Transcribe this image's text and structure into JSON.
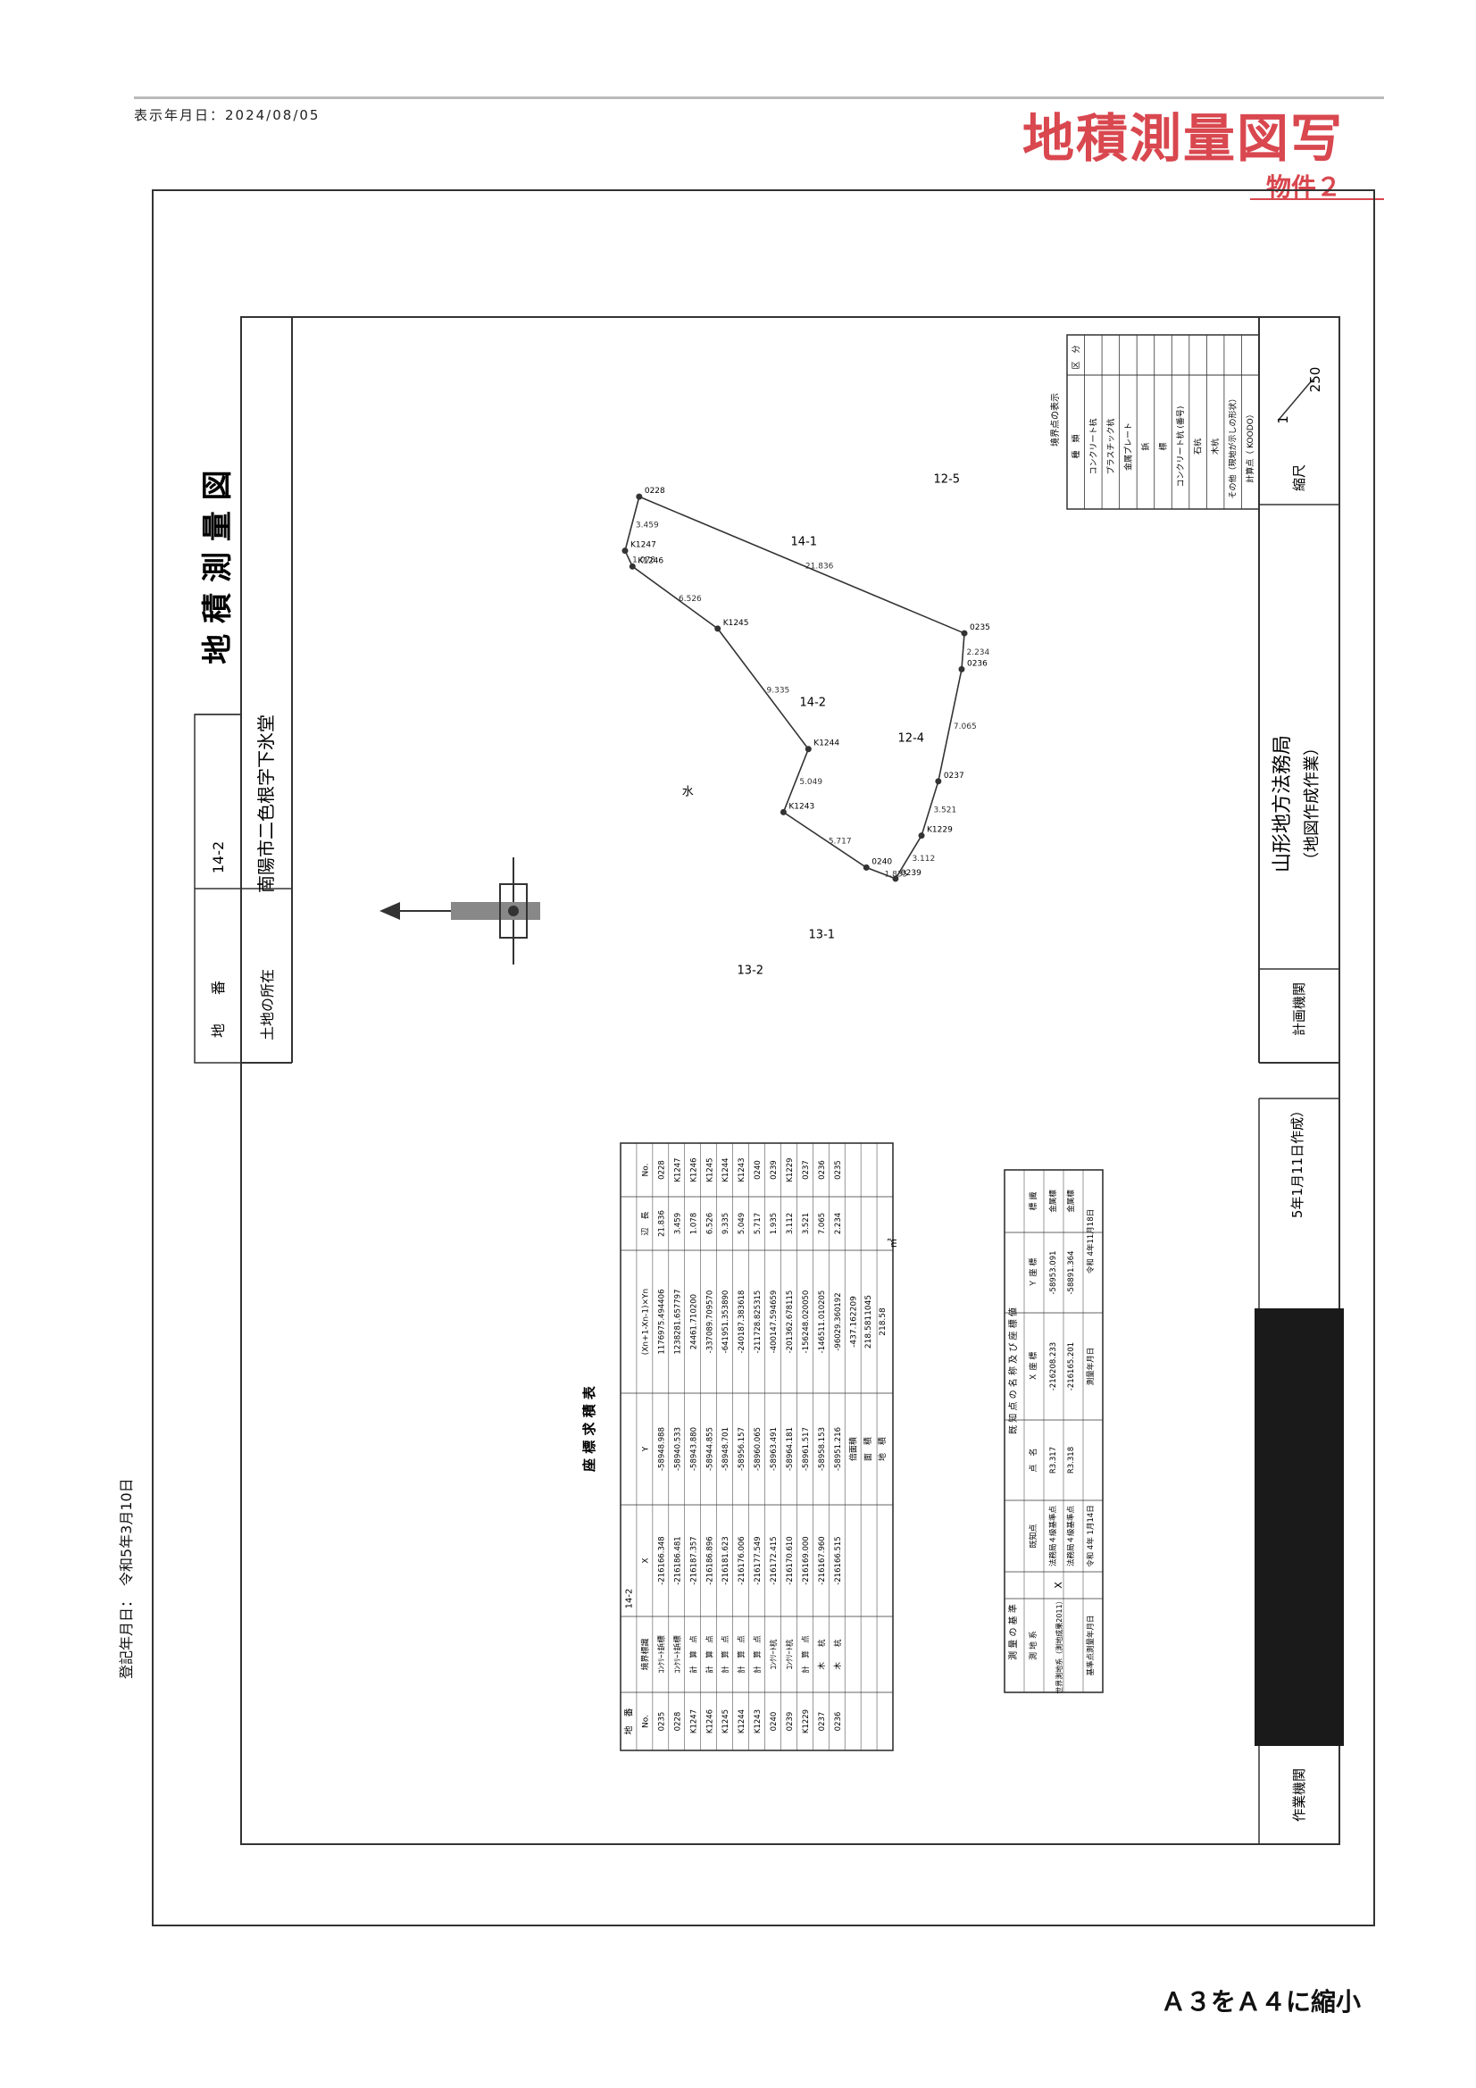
{
  "header": {
    "display_date": "表示年月日：2024/08/05",
    "stamp_title": "地積測量図写",
    "stamp_subtitle": "物件２"
  },
  "title_block": {
    "map_title": "地 積 測 量 図",
    "lot_label": "地　　番",
    "lot_value": "14-2",
    "location_label": "土地の所在",
    "location_value": "南陽市二色根字下氷堂",
    "authority": "山形地方法務局",
    "authority_sub": "（地図作成作業）",
    "date_created": "5年1月11日作成）",
    "scale_label": "縮尺",
    "scale_num": "1",
    "scale_den": "250",
    "machine_label": "計画機関",
    "worker_label": "作業機関"
  },
  "registration_date": "登記年月日：　令和5年3月10日",
  "plot": {
    "lot_labels": [
      "14-1",
      "14-2",
      "12-4",
      "12-5",
      "13-1",
      "13-2",
      "水"
    ],
    "points": [
      {
        "name": "0235",
        "x": -216166.348,
        "y": -58948.988
      },
      {
        "name": "0228",
        "x": -216186.481,
        "y": -58940.533
      },
      {
        "name": "K1247",
        "x": -216187.357,
        "y": -58943.88
      },
      {
        "name": "K1246",
        "x": -216186.896,
        "y": -58944.855
      },
      {
        "name": "K1245",
        "x": -216181.623,
        "y": -58948.701
      },
      {
        "name": "K1244",
        "x": -216176.006,
        "y": -58956.157
      },
      {
        "name": "K1243",
        "x": -216177.549,
        "y": -58960.065
      },
      {
        "name": "0240",
        "x": -216172.415,
        "y": -58963.491
      },
      {
        "name": "0239",
        "x": -216170.61,
        "y": -58964.181
      },
      {
        "name": "K1229",
        "x": -216169.0,
        "y": -58961.517
      },
      {
        "name": "0237",
        "x": -216167.96,
        "y": -58958.153
      },
      {
        "name": "0236",
        "x": -216166.515,
        "y": -58951.216
      }
    ],
    "edges": [
      "21.836",
      "3.459",
      "1.078",
      "6.526",
      "9.335",
      "5.049",
      "5.717",
      "1.835",
      "3.112",
      "3.521",
      "7.065",
      "2.234"
    ]
  },
  "legend": {
    "title": "境界点の表示",
    "header": [
      "区　分",
      "種　類"
    ],
    "rows": [
      "コンクリート杭",
      "プラスチック杭",
      "金属プレート",
      "鋲",
      "標",
      "コンクリート杭 (番号)",
      "石杭",
      "木杭",
      "その他（現地が示しの形状）",
      "計算点（ KOODO）"
    ]
  },
  "coord_table": {
    "title": "座 標 求 積 表",
    "lot_header": "地　番",
    "lot_value": "14-2",
    "columns": [
      "No.",
      "境界標識",
      "X",
      "Y",
      "(Xn+1-Xn-1)×Yn",
      "辺　長",
      "No."
    ],
    "rows": [
      [
        "0235",
        "ｺﾝｸﾘｰﾄ鋲標",
        "-216166.348",
        "-58948.988",
        "1176975.494406",
        "21.836",
        "0228"
      ],
      [
        "0228",
        "ｺﾝｸﾘｰﾄ鋲標",
        "-216186.481",
        "-58940.533",
        "1238281.657797",
        "3.459",
        "K1247"
      ],
      [
        "K1247",
        "計　算　点",
        "-216187.357",
        "-58943.880",
        "24461.710200",
        "1.078",
        "K1246"
      ],
      [
        "K1246",
        "計　算　点",
        "-216186.896",
        "-58944.855",
        "-337089.709570",
        "6.526",
        "K1245"
      ],
      [
        "K1245",
        "計　算　点",
        "-216181.623",
        "-58948.701",
        "-641951.353890",
        "9.335",
        "K1244"
      ],
      [
        "K1244",
        "計　算　点",
        "-216176.006",
        "-58956.157",
        "-240187.383618",
        "5.049",
        "K1243"
      ],
      [
        "K1243",
        "計　算　点",
        "-216177.549",
        "-58960.065",
        "-211728.825315",
        "5.717",
        "0240"
      ],
      [
        "0240",
        "ｺﾝｸﾘｰﾄ杭",
        "-216172.415",
        "-58963.491",
        "-400147.594659",
        "1.935",
        "0239"
      ],
      [
        "0239",
        "ｺﾝｸﾘｰﾄ杭",
        "-216170.610",
        "-58964.181",
        "-201362.678115",
        "3.112",
        "K1229"
      ],
      [
        "K1229",
        "計　算　点",
        "-216169.000",
        "-58961.517",
        "-156248.020050",
        "3.521",
        "0237"
      ],
      [
        "0237",
        "木　　杭",
        "-216167.960",
        "-58958.153",
        "-146511.010205",
        "7.065",
        "0236"
      ],
      [
        "0236",
        "木　　杭",
        "-216166.515",
        "-58951.216",
        "-96029.360192",
        "2.234",
        "0235"
      ]
    ],
    "sum_labels": [
      "倍面積",
      "面　積",
      "地　積"
    ],
    "sum_values": [
      "-437.162209",
      "218.5811045",
      "218.58"
    ],
    "unit": "㎡"
  },
  "survey_table": {
    "title1": "測 量 の 基 準",
    "title2": "既 知 点 の 名 称 及 び 座 標 値",
    "col_headers": [
      "測 地 系",
      "既知点",
      "点　名",
      "Ｘ 座 標",
      "Ｙ 座 標",
      "標 識"
    ],
    "datum": "世界測地系（測地成果2011）",
    "mark": "X",
    "rows": [
      {
        "known": "法務局４級基準点",
        "name": "R3.317",
        "x": "-216208.233",
        "y": "-58953.091",
        "sign": "金属標"
      },
      {
        "known": "法務局４級基準点",
        "name": "R3.318",
        "x": "-216165.201",
        "y": "-58891.364",
        "sign": "金属標"
      }
    ],
    "base_date_label": "基準点測量年月日",
    "base_date": "令和 4年 1月14日",
    "survey_date_label": "測量年月日",
    "survey_date": "令和 4年11月18日"
  },
  "footer_note": "Ａ３をＡ４に縮小",
  "colors": {
    "stamp": "#d9474f",
    "line": "#333333",
    "redaction": "#1a1a1a"
  }
}
